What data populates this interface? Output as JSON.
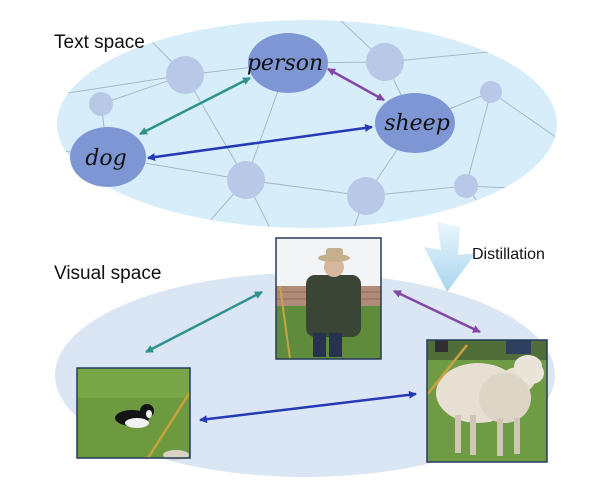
{
  "labels": {
    "text_space": "Text space",
    "visual_space": "Visual space",
    "distillation": "Distillation"
  },
  "nodes": {
    "person": "person",
    "sheep": "sheep",
    "dog": "dog"
  },
  "colors": {
    "text_space_fill": "#d7eefa",
    "visual_space_fill": "#dbe6f4",
    "node_fill": "#7e97d4",
    "small_node_fill": "#b8c8e6",
    "edge": "#a9b7c8",
    "arrow_teal": "#2f918e",
    "arrow_purple": "#8446a6",
    "arrow_blue": "#2339b6",
    "distill_arrow": "#a9d6ee"
  }
}
